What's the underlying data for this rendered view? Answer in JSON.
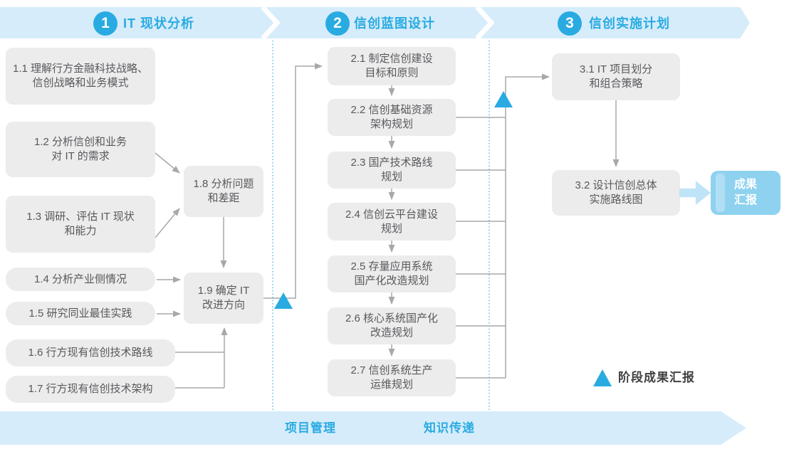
{
  "colors": {
    "accent": "#29abe2",
    "band": "#d6ecfa",
    "box": "#ececed",
    "box-text": "#58595b",
    "line": "#a6a8ab",
    "dotted": "#45b6e8",
    "result-box": "#8ed2f0",
    "result-arrow": "#bfe3f7",
    "legend-text": "#414042"
  },
  "phases": [
    {
      "number": "1",
      "title": "IT 现状分析"
    },
    {
      "number": "2",
      "title": "信创蓝图设计"
    },
    {
      "number": "3",
      "title": "信创实施计划"
    }
  ],
  "boxes": {
    "b11": {
      "l1": "1.1 理解行方金融科技战略、",
      "l2": "信创战略和业务模式"
    },
    "b12": {
      "l1": "1.2 分析信创和业务",
      "l2": "对 IT 的需求"
    },
    "b13": {
      "l1": "1.3 调研、评估 IT 现状",
      "l2": "和能力"
    },
    "b14": {
      "l1": "1.4 分析产业侧情况"
    },
    "b15": {
      "l1": "1.5 研究同业最佳实践"
    },
    "b16": {
      "l1": "1.6 行方现有信创技术路线"
    },
    "b17": {
      "l1": "1.7 行方现有信创技术架构"
    },
    "b18": {
      "l1": "1.8 分析问题",
      "l2": "和差距"
    },
    "b19": {
      "l1": "1.9 确定 IT",
      "l2": "改进方向"
    },
    "b21": {
      "l1": "2.1 制定信创建设",
      "l2": "目标和原则"
    },
    "b22": {
      "l1": "2.2 信创基础资源",
      "l2": "架构规划"
    },
    "b23": {
      "l1": "2.3 国产技术路线",
      "l2": "规划"
    },
    "b24": {
      "l1": "2.4 信创云平台建设",
      "l2": "规划"
    },
    "b25": {
      "l1": "2.5 存量应用系统",
      "l2": "国产化改造规划"
    },
    "b26": {
      "l1": "2.6 核心系统国产化",
      "l2": "改造规划"
    },
    "b27": {
      "l1": "2.7 信创系统生产",
      "l2": "运维规划"
    },
    "b31": {
      "l1": "3.1 IT 项目划分",
      "l2": "和组合策略"
    },
    "b32": {
      "l1": "3.2 设计信创总体",
      "l2": "实施路线图"
    }
  },
  "result": {
    "l1": "成果",
    "l2": "汇报"
  },
  "legend": {
    "label": "阶段成果汇报"
  },
  "footer": {
    "left": "项目管理",
    "right": "知识传递"
  }
}
